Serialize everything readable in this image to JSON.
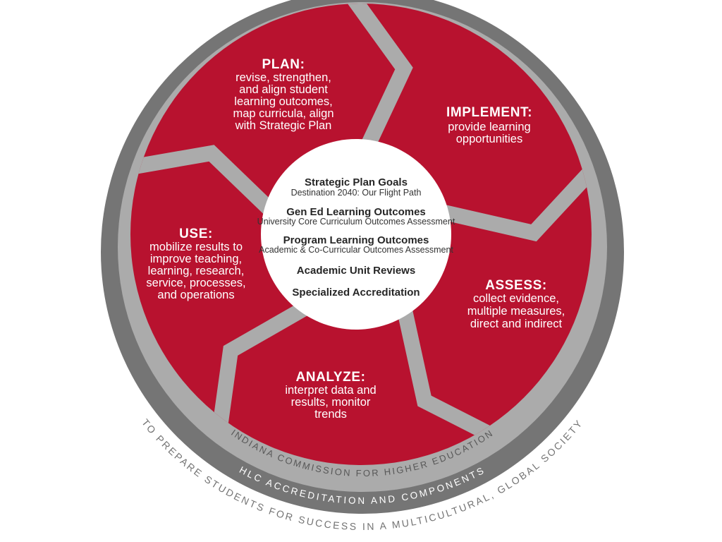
{
  "colors": {
    "red": "#B8122F",
    "light_gray": "#ABABAB",
    "dark_gray": "#757575",
    "white": "#FFFFFF",
    "center_text": "#262626",
    "ring_inner_text": "#585858",
    "outside_text": "#747474"
  },
  "segments": [
    {
      "id": "plan",
      "label": "PLAN:",
      "lines": [
        "revise, strengthen,",
        "and align student",
        "learning outcomes,",
        "map curricula, align",
        "with Strategic Plan"
      ]
    },
    {
      "id": "implement",
      "label": "IMPLEMENT:",
      "lines": [
        "provide learning",
        "opportunities"
      ]
    },
    {
      "id": "assess",
      "label": "ASSESS:",
      "lines": [
        "collect evidence,",
        "multiple measures,",
        "direct and indirect"
      ]
    },
    {
      "id": "analyze",
      "label": "ANALYZE:",
      "lines": [
        "interpret data and",
        "results, monitor",
        "trends"
      ]
    },
    {
      "id": "use",
      "label": "USE:",
      "lines": [
        "mobilize results to",
        "improve teaching,",
        "learning, research,",
        "service, processes,",
        "and operations"
      ]
    }
  ],
  "center": {
    "items": [
      {
        "title": "Strategic Plan Goals",
        "subtitle": "Destination 2040: Our Flight Path"
      },
      {
        "title": "Gen Ed Learning Outcomes",
        "subtitle": "University Core Curriculum Outcomes Assessment"
      },
      {
        "title": "Program Learning Outcomes",
        "subtitle": "Academic & Co-Curricular Outcomes Assessment"
      },
      {
        "title": "Academic Unit Reviews",
        "subtitle": ""
      },
      {
        "title": "Specialized Accreditation",
        "subtitle": ""
      }
    ]
  },
  "rings": {
    "inner_text": "INDIANA COMMISSION FOR HIGHER EDUCATION",
    "outer_text": "HLC ACCREDITATION AND COMPONENTS",
    "outside_text": "TO PREPARE STUDENTS FOR SUCCESS IN A MULTICULTURAL, GLOBAL SOCIETY"
  }
}
